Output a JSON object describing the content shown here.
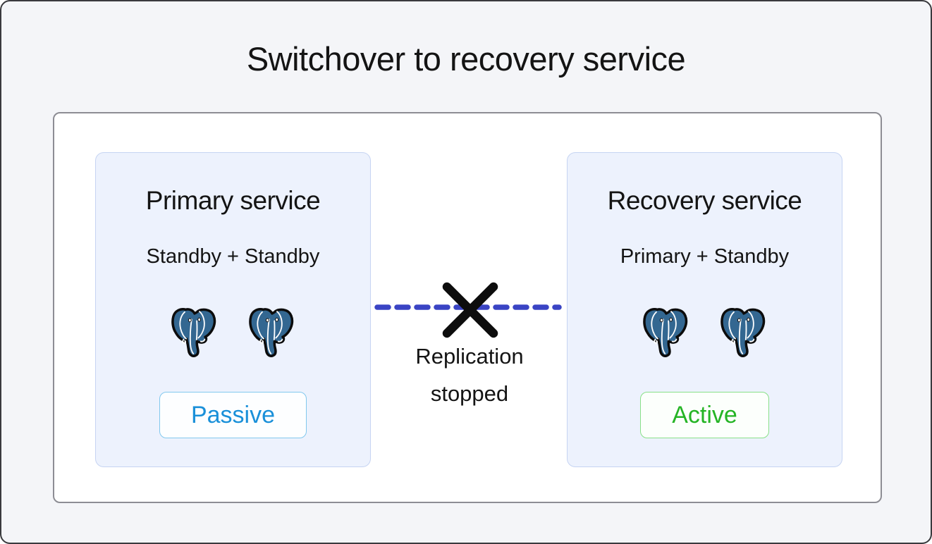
{
  "title": "Switchover to recovery service",
  "colors": {
    "page_bg": "#f4f5f8",
    "page_border": "#3a3a3e",
    "panel_bg": "#ffffff",
    "panel_border": "#8d8d94",
    "card_bg": "#edf2fd",
    "card_border": "#c6d4f2",
    "text": "#141414",
    "replication_line": "#3a44c4",
    "x_mark": "#0d0d0d",
    "passive_text": "#1a90d9",
    "passive_border": "#82c8ee",
    "passive_bg": "#fdfeff",
    "active_text": "#25b425",
    "active_border": "#88e088",
    "active_bg": "#fcfffc",
    "postgres_blue": "#336791"
  },
  "cards": [
    {
      "id": "primary",
      "title": "Primary service",
      "subtitle": "Standby + Standby",
      "badge": "Passive",
      "badge_state": "passive",
      "icons": [
        "postgresql-elephant-icon",
        "postgresql-elephant-icon"
      ]
    },
    {
      "id": "recovery",
      "title": "Recovery service",
      "subtitle": "Primary + Standby",
      "badge": "Active",
      "badge_state": "active",
      "icons": [
        "postgresql-elephant-icon",
        "postgresql-elephant-icon"
      ]
    }
  ],
  "connection": {
    "style": "dashed-line-crossed-out",
    "status_line1": "Replication",
    "status_line2": "stopped"
  }
}
